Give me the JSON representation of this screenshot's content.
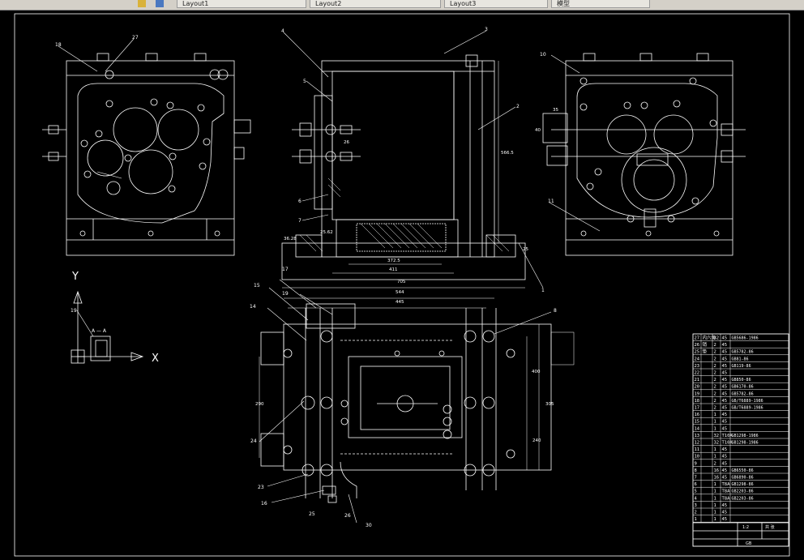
{
  "window": {
    "tabs": [
      "Layout1",
      "Layout2",
      "Layout3"
    ],
    "truncated_tab": "模型"
  },
  "colors": {
    "background": "#000000",
    "lines": "#ffffff",
    "ui": "#d4d0c8"
  },
  "drawing": {
    "axis_y": "Y",
    "axis_x": "X",
    "section_mark": "A — A",
    "balloons": {
      "b18": "18",
      "b27": "27",
      "b4": "4",
      "b3": "3",
      "b5": "5",
      "b2": "2",
      "b6": "6",
      "b7": "7",
      "b10": "10",
      "b11": "11",
      "b1": "1",
      "b17": "17",
      "b15": "15",
      "b19a": "19",
      "b14": "14",
      "b19": "19",
      "b8": "8",
      "b24": "24",
      "b23": "23",
      "b16": "16",
      "b25": "25",
      "b26": "26",
      "b30": "30"
    },
    "dims": {
      "d705": "705",
      "d544": "544",
      "d445": "445",
      "d411": "411",
      "d3725": "372.5",
      "d3628": "36.28",
      "d2562": "25.62",
      "d5665": "566.5",
      "d26": "26",
      "d25": "25",
      "d400": "400",
      "d290": "290",
      "d240": "240",
      "d305": "305",
      "d40": "40",
      "d35": "35"
    }
  },
  "bom": {
    "rows": [
      [
        "27",
        "内六角",
        "32",
        "45",
        "GB5686-1986"
      ],
      [
        "26",
        "销",
        "2",
        "45",
        ""
      ],
      [
        "25",
        "垫",
        "2",
        "45",
        "GB5782-86"
      ],
      [
        "24",
        "",
        "2",
        "45",
        "GB81-86"
      ],
      [
        "23",
        "",
        "2",
        "45",
        "GB119-86"
      ],
      [
        "22",
        "",
        "2",
        "45",
        ""
      ],
      [
        "21",
        "",
        "2",
        "45",
        "GB850-86"
      ],
      [
        "20",
        "",
        "2",
        "45",
        "GB6170-86"
      ],
      [
        "19",
        "",
        "2",
        "45",
        "GB5782-86"
      ],
      [
        "18",
        "",
        "2",
        "45",
        "GB/T6889-1986"
      ],
      [
        "17",
        "",
        "2",
        "45",
        "GB/T6889-1986"
      ],
      [
        "16",
        "",
        "1",
        "45",
        ""
      ],
      [
        "15",
        "",
        "1",
        "45",
        ""
      ],
      [
        "14",
        "",
        "1",
        "45",
        ""
      ],
      [
        "13",
        "",
        "32",
        "T10A",
        "GB1298-1986"
      ],
      [
        "12",
        "",
        "32",
        "T10A",
        "GB1298-1986"
      ],
      [
        "11",
        "",
        "1",
        "45",
        ""
      ],
      [
        "10",
        "",
        "1",
        "45",
        ""
      ],
      [
        "9",
        "",
        "2",
        "45",
        ""
      ],
      [
        "8",
        "",
        "16",
        "45",
        "GB6550-86"
      ],
      [
        "7",
        "",
        "16",
        "45",
        "GB6890-86"
      ],
      [
        "6",
        "",
        "1",
        "T8A",
        "GB1298-86"
      ],
      [
        "5",
        "",
        "1",
        "T8A",
        "GB2203-86"
      ],
      [
        "4",
        "",
        "1",
        "T8A",
        "GB2203-86"
      ],
      [
        "3",
        "",
        "1",
        "45",
        ""
      ],
      [
        "2",
        "",
        "1",
        "45",
        ""
      ],
      [
        "1",
        "",
        "1",
        "45",
        ""
      ]
    ],
    "title_block": {
      "scale": "1:2",
      "sheet": "共 张",
      "code": "GB"
    }
  }
}
